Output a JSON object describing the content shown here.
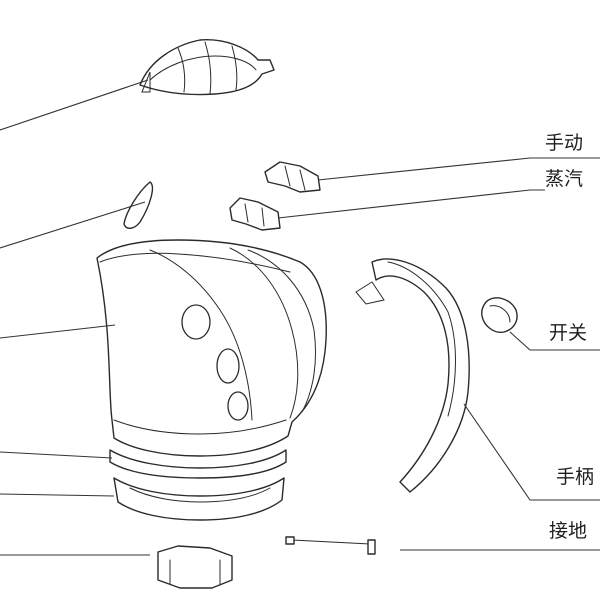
{
  "labels": {
    "manual": "手动",
    "steam": "蒸汽",
    "switch": "开关",
    "handle": "手柄",
    "ground": "接地"
  },
  "colors": {
    "line": "#2b2b2b",
    "text": "#1e1e1e",
    "background": "#ffffff"
  }
}
